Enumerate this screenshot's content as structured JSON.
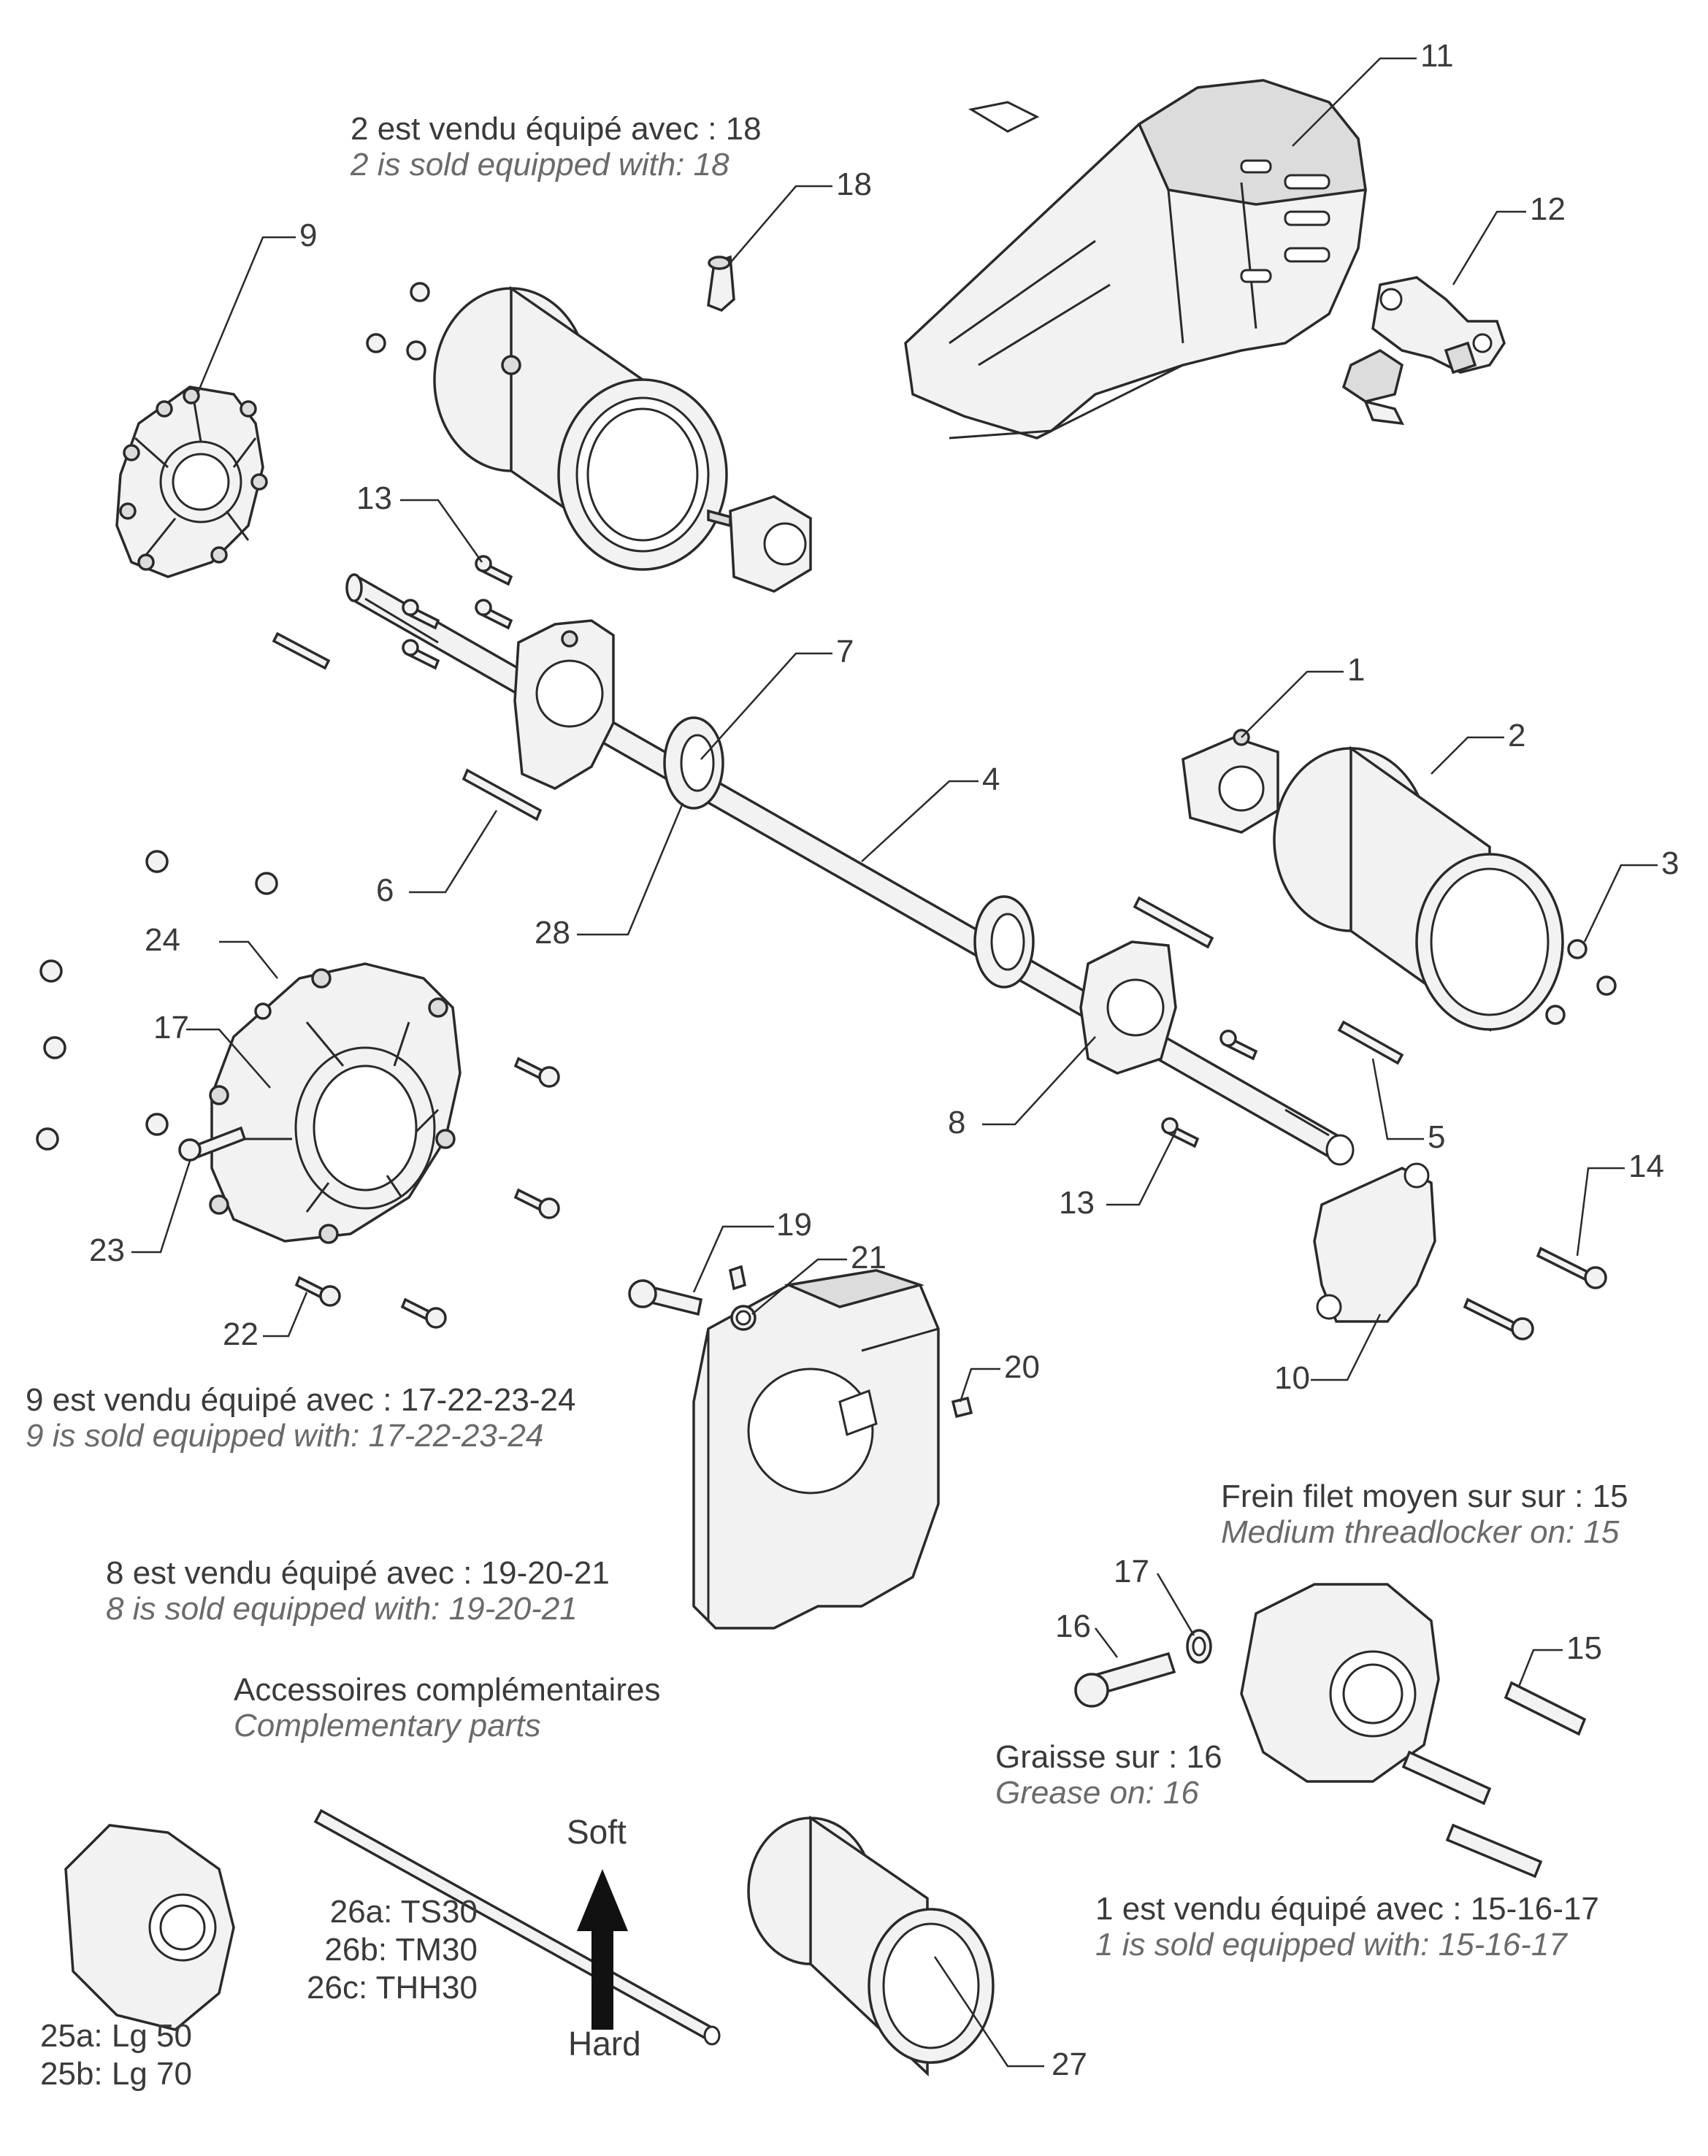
{
  "notes": {
    "n2_fr": "2 est vendu équipé avec : 18",
    "n2_en": "2 is sold equipped with: 18",
    "n9_fr": "9 est vendu équipé avec : 17-22-23-24",
    "n9_en": "9 is sold equipped with: 17-22-23-24",
    "n8_fr": "8 est vendu équipé avec : 19-20-21",
    "n8_en": "8 is sold equipped with: 19-20-21",
    "acc_fr": "Accessoires complémentaires",
    "acc_en": "Complementary parts",
    "frein_fr": "Frein filet moyen sur sur : 15",
    "frein_en": "Medium threadlocker on: 15",
    "graisse_fr": "Graisse sur : 16",
    "graisse_en": "Grease on: 16",
    "n1_fr": "1 est vendu équipé avec : 15-16-17",
    "n1_en": "1 is sold equipped with: 15-16-17"
  },
  "callouts": {
    "c1": "1",
    "c2": "2",
    "c3": "3",
    "c4": "4",
    "c5": "5",
    "c6": "6",
    "c7": "7",
    "c8": "8",
    "c9": "9",
    "c10": "10",
    "c11": "11",
    "c12": "12",
    "c13a": "13",
    "c13b": "13",
    "c14": "14",
    "c15": "15",
    "c16": "16",
    "c17a": "17",
    "c17b": "17",
    "c18": "18",
    "c19": "19",
    "c20": "20",
    "c21": "21",
    "c22": "22",
    "c23": "23",
    "c24": "24",
    "c27": "27",
    "c28": "28"
  },
  "accessories": {
    "a25a": "25a: Lg 50",
    "a25b": "25b: Lg 70",
    "a26a": "26a: TS30",
    "a26b": "26b: TM30",
    "a26c": "26c: THH30",
    "soft": "Soft",
    "hard": "Hard"
  },
  "colors": {
    "line": "#2a2a2a",
    "fill_light": "#ededed",
    "fill_mid": "#d9d9d9",
    "text": "#3a3a3a",
    "italic": "#6a6a6a"
  }
}
